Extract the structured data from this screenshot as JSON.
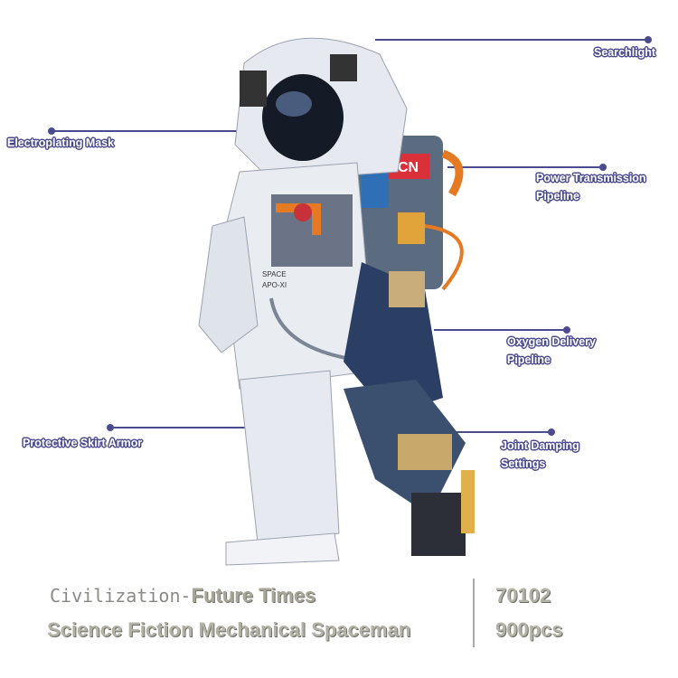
{
  "callouts": {
    "searchlight": "Searchlight",
    "mask": "Electroplating Mask",
    "power_1": "Power Transmission",
    "power_2": "Pipeline",
    "oxygen_1": "Oxygen Delivery",
    "oxygen_2": "Pipeline",
    "skirt": "Protective Skirt Armor",
    "joint_1": "Joint Damping",
    "joint_2": "Settings"
  },
  "figure": {
    "chest_badge": "CN",
    "chest_text_1": "SPACE",
    "chest_text_2": "APO-XI"
  },
  "product": {
    "series_prefix": "Civilization-",
    "series_name": "Future Times",
    "title": "Science Fiction Mechanical Spaceman",
    "model_number": "70102",
    "piece_count": "900pcs"
  },
  "colors": {
    "callout_line": "#4b4b8f",
    "text_gold": "#b3b2a6"
  }
}
